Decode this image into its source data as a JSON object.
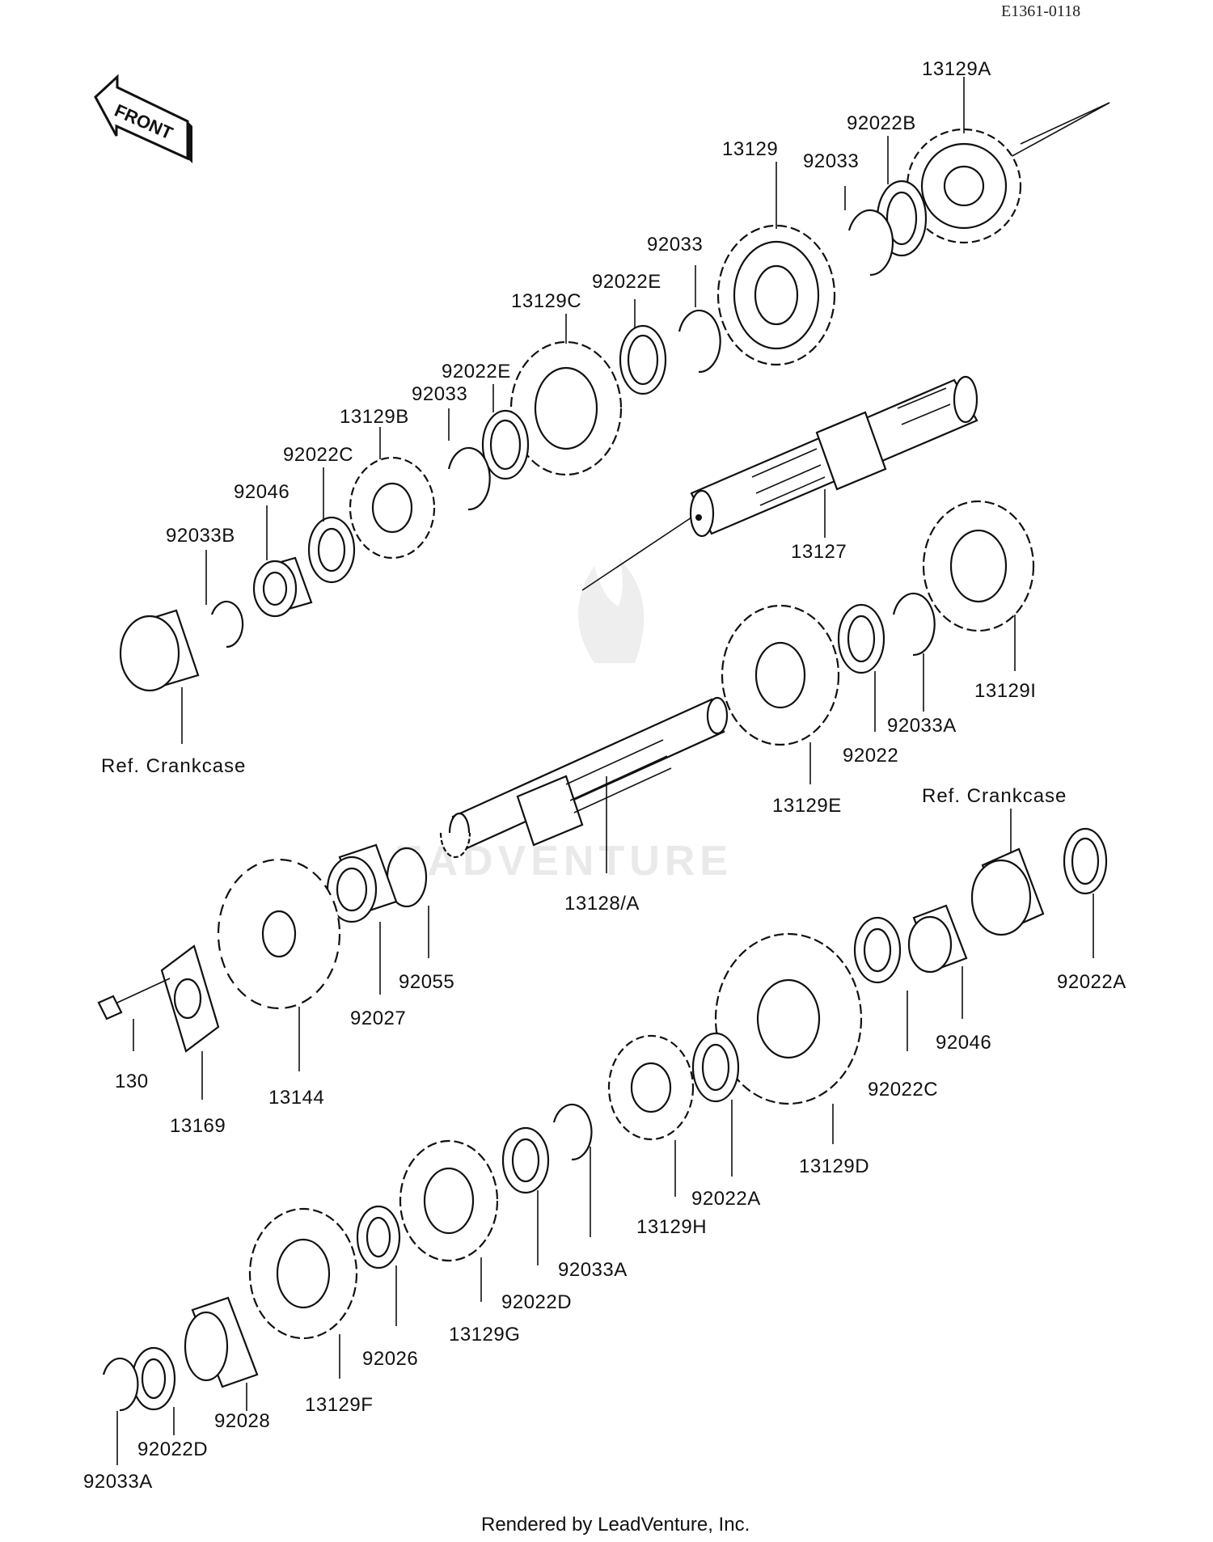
{
  "header": {
    "drawing_code": "E1361-0118"
  },
  "front_arrow": {
    "label": "FRONT"
  },
  "watermark": {
    "text": "LEADVENTURE"
  },
  "footer": {
    "text": "Rendered by LeadVenture, Inc."
  },
  "references": {
    "crankcase_left": "Ref. Crankcase",
    "crankcase_right": "Ref. Crankcase"
  },
  "parts": {
    "p13129A": "13129A",
    "p92022B": "92022B",
    "p13129": "13129",
    "p92033_top": "92033",
    "p92033_mid": "92033",
    "p92022E_top": "92022E",
    "p13129C": "13129C",
    "p92022E_low": "92022E",
    "p92033_low": "92033",
    "p13129B": "13129B",
    "p92022C_top": "92022C",
    "p92046_top": "92046",
    "p92033B": "92033B",
    "p13127": "13127",
    "p13129I": "13129I",
    "p92033A_right": "92033A",
    "p92022_right": "92022",
    "p13129E": "13129E",
    "p13128A": "13128/A",
    "p92055": "92055",
    "p92027": "92027",
    "p13144": "13144",
    "p130": "130",
    "p13169": "13169",
    "p92022A_right": "92022A",
    "p92046_low": "92046",
    "p92022C_low": "92022C",
    "p13129D": "13129D",
    "p92022A_mid": "92022A",
    "p13129H": "13129H",
    "p92033A_mid": "92033A",
    "p92022D_mid": "92022D",
    "p13129G": "13129G",
    "p92026": "92026",
    "p13129F": "13129F",
    "p92028": "92028",
    "p92022D_low": "92022D",
    "p92033A_low": "92033A"
  }
}
